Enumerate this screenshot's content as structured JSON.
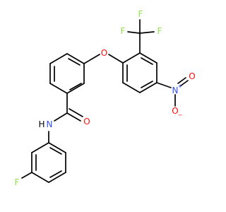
{
  "colors": {
    "bond": "#000000",
    "oxygen": "#ff0d0d",
    "nitrogen": "#3050f8",
    "fluorine": "#90e050",
    "background": "#ffffff"
  },
  "atoms": {
    "ether_oxygen": "O",
    "carbonyl_oxygen": "O",
    "amide_nitrogen": "N",
    "amide_hydrogen": "H",
    "nitro_nitrogen": "N",
    "nitro_n_charge": "+",
    "nitro_oxygen_double": "O",
    "nitro_oxygen_single": "O",
    "nitro_o_charge": "−",
    "cf3_fluorine_top": "F",
    "cf3_fluorine_left": "F",
    "cf3_fluorine_right": "F",
    "aryl_fluorine": "F"
  }
}
